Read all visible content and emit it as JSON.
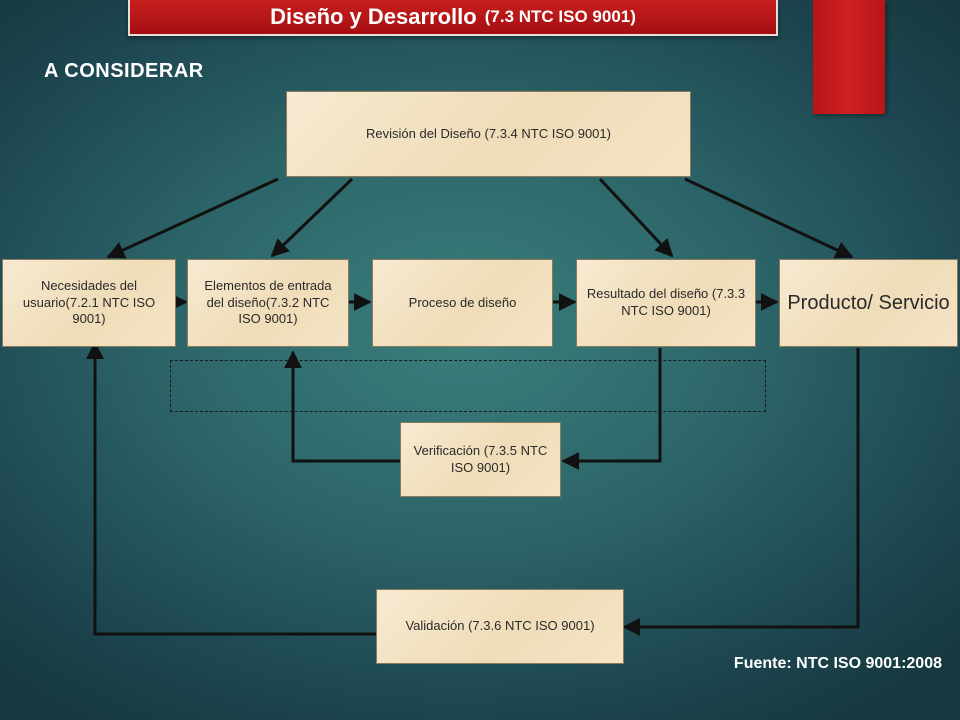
{
  "header": {
    "title": "Diseño y Desarrollo",
    "subtitle": "(7.3 NTC ISO 9001)"
  },
  "section_label": "A CONSIDERAR",
  "boxes": {
    "revision": "Revisión del Diseño (7.3.4 NTC ISO 9001)",
    "necesidades": "Necesidades del usuario(7.2.1 NTC ISO 9001)",
    "elementos": "Elementos de entrada del diseño(7.3.2 NTC ISO 9001)",
    "proceso": "Proceso de diseño",
    "resultado": "Resultado del diseño (7.3.3 NTC ISO 9001)",
    "producto": "Producto/ Servicio",
    "verificacion": "Verificación (7.3.5 NTC ISO 9001)",
    "validacion": "Validación (7.3.6 NTC ISO 9001)"
  },
  "source": "Fuente: NTC ISO 9001:2008",
  "colors": {
    "banner": "#b81518",
    "box_fill": "#f2e2c4",
    "background": "#2c6468"
  }
}
